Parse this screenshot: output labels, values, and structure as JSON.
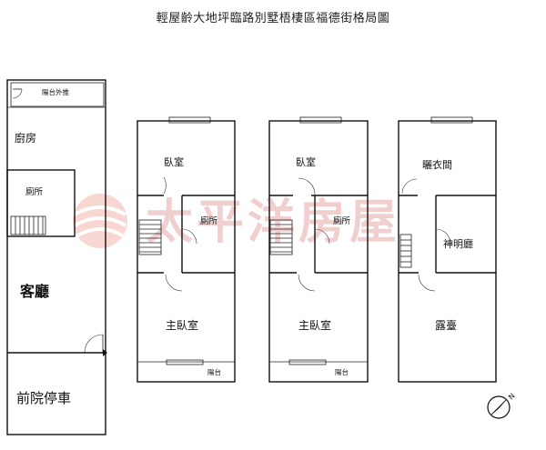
{
  "title": "輕屋齡大地坪臨路別墅梧棲區福德街格局圖",
  "watermark": {
    "text": "太平洋房屋",
    "color": "#e8a9a9",
    "logo_color": "#ef9a8e"
  },
  "floor1": {
    "balcony_sliding": "陽台外推",
    "kitchen": "廚房",
    "toilet": "廁所",
    "living_room": "客廳",
    "front_yard_parking": "前院停車"
  },
  "floor2": {
    "bedroom": "臥室",
    "toilet": "廁所",
    "master_bedroom": "主臥室",
    "balcony": "陽台"
  },
  "floor3": {
    "bedroom": "臥室",
    "toilet": "廁所",
    "master_bedroom": "主臥室",
    "balcony": "陽台"
  },
  "floor4": {
    "drying_room": "曬衣間",
    "shrine_hall": "神明廳",
    "terrace": "露臺"
  },
  "compass": {
    "icon": "compass-north-icon"
  }
}
